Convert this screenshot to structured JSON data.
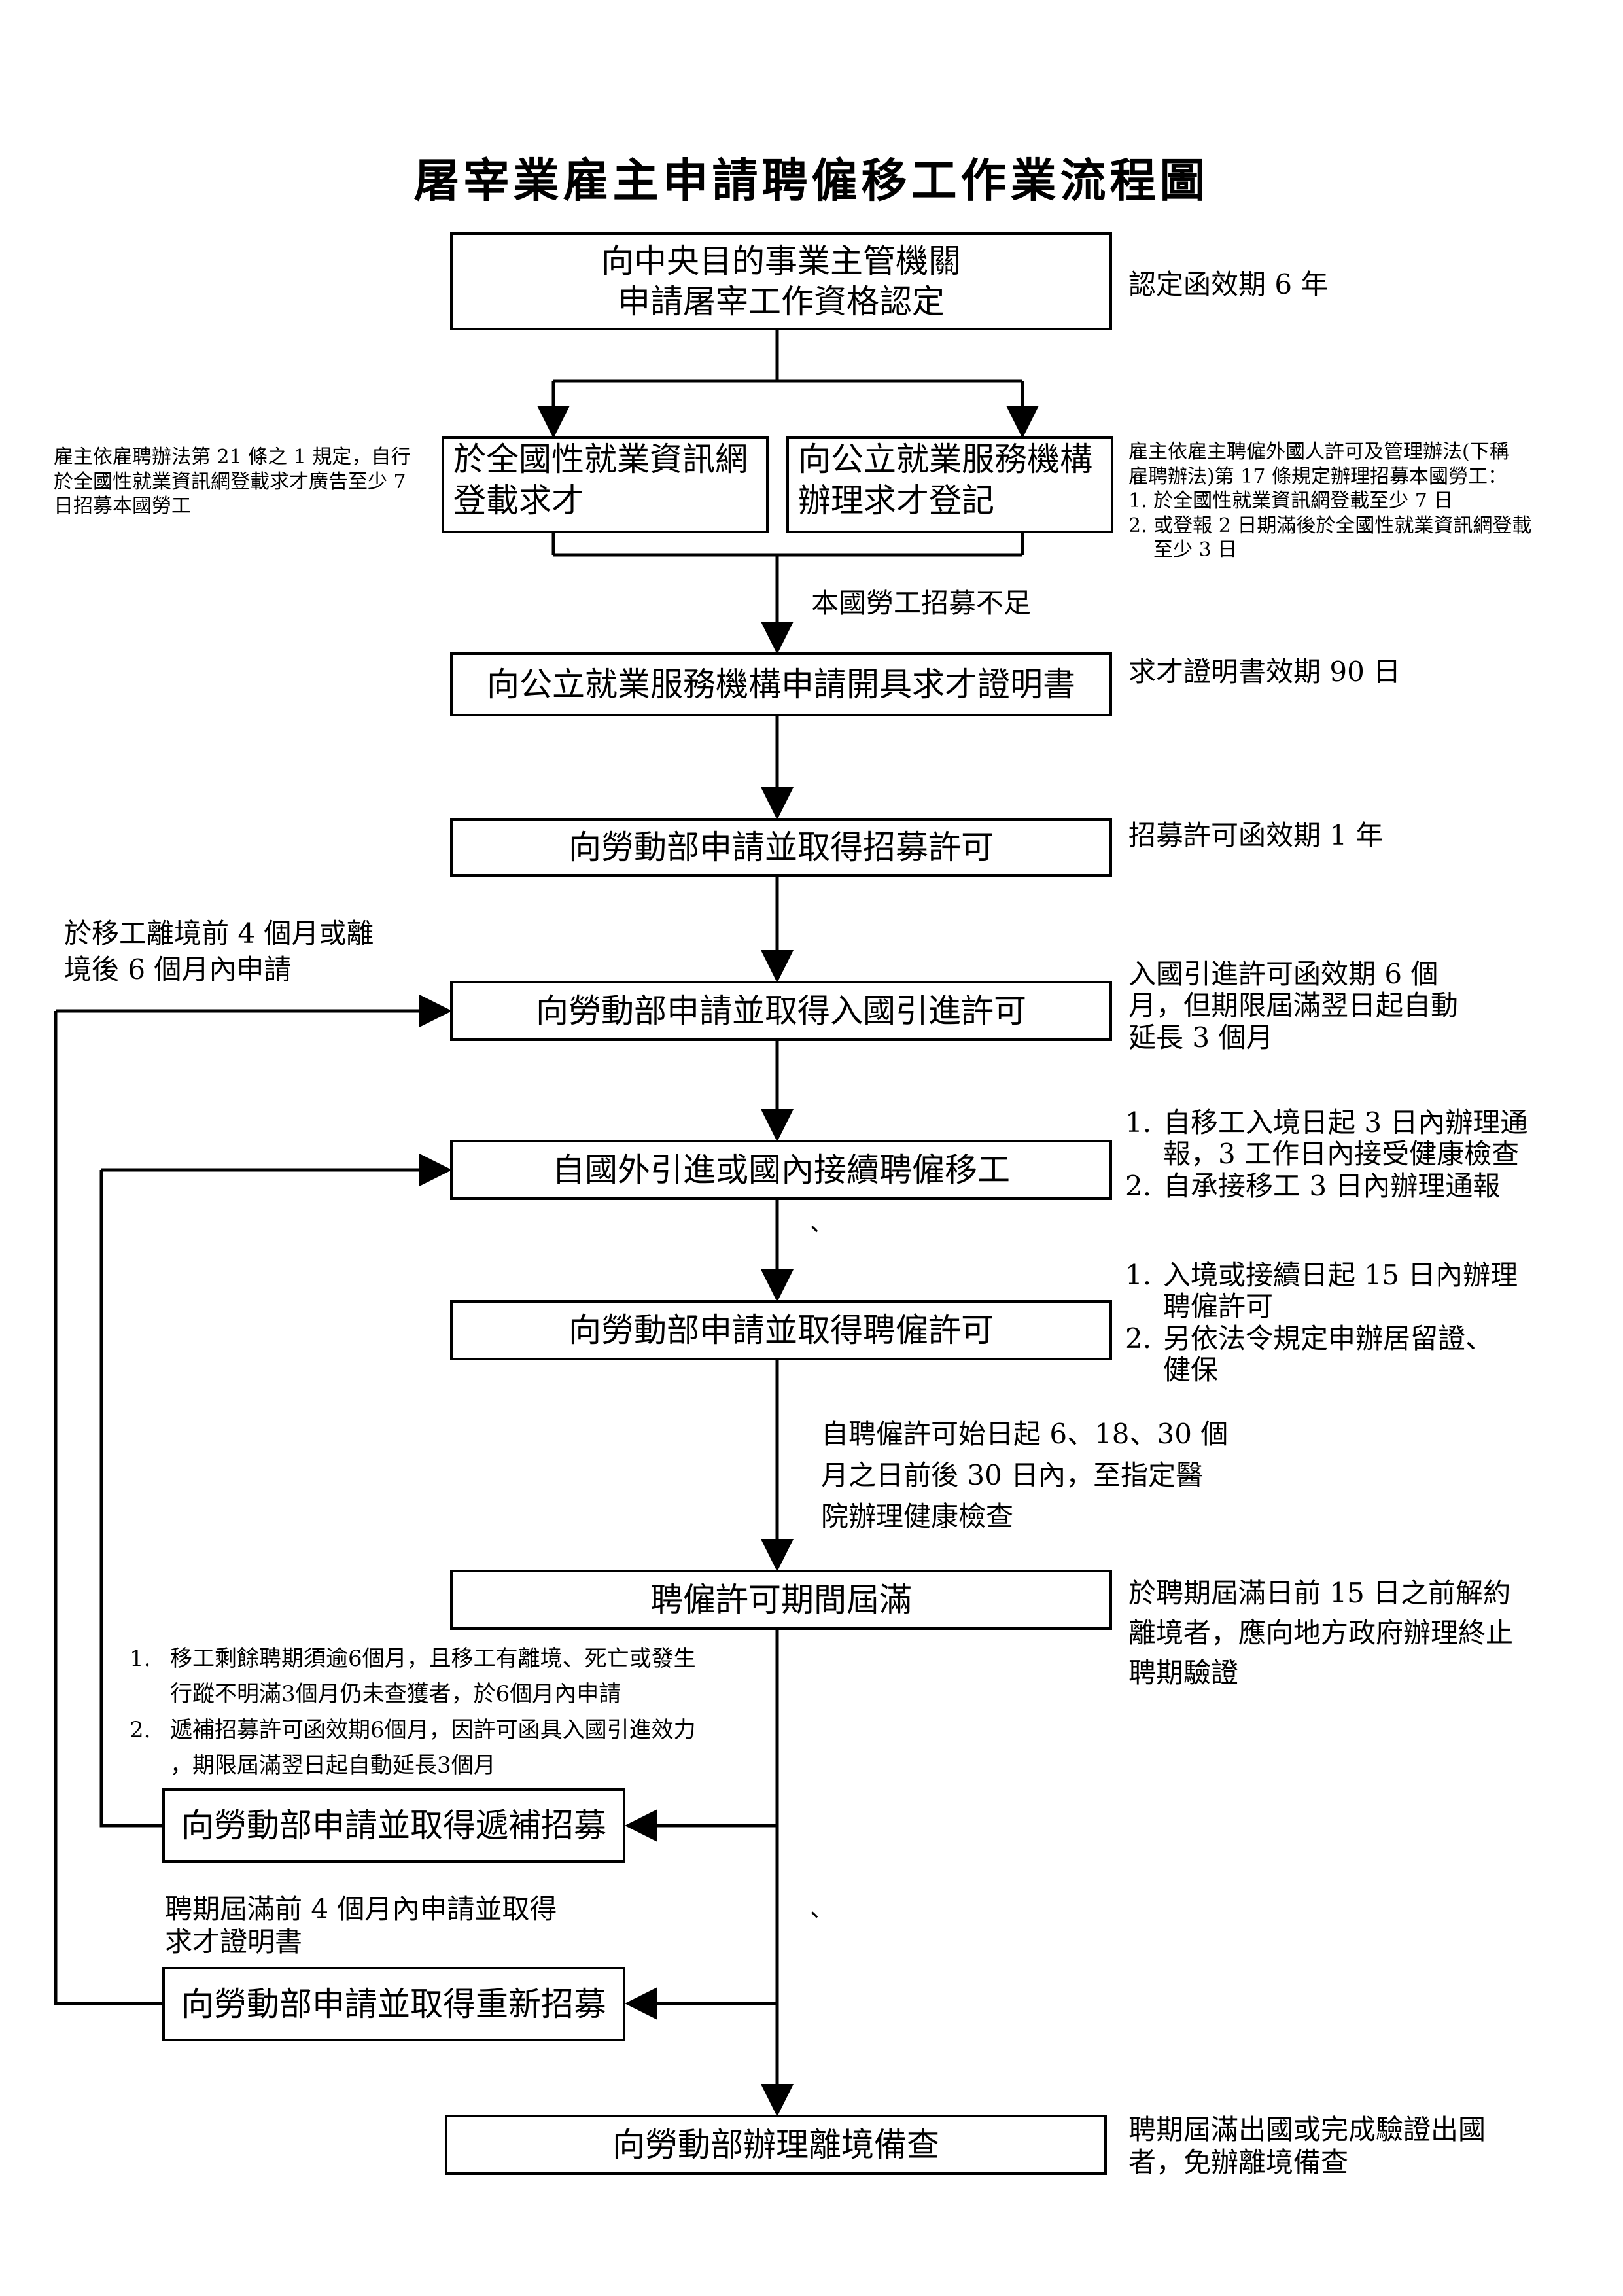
{
  "title": "屠宰業雇主申請聘僱移工作業流程圖",
  "boxes": {
    "b1": [
      "向中央目的事業主管機關",
      "申請屠宰工作資格認定"
    ],
    "b2a": [
      "於全國性就業資訊網",
      "登載求才"
    ],
    "b2b": [
      "向公立就業服務機構",
      "辦理求才登記"
    ],
    "b3": "向公立就業服務機構申請開具求才證明書",
    "b4": "向勞動部申請並取得招募許可",
    "b5": "向勞動部申請並取得入國引進許可",
    "b6": "自國外引進或國內接續聘僱移工",
    "b7": "向勞動部申請並取得聘僱許可",
    "b8": "聘僱許可期間屆滿",
    "b9": "向勞動部申請並取得遞補招募",
    "b10": "向勞動部申請並取得重新招募",
    "b11": "向勞動部辦理離境備查"
  },
  "notes": {
    "n1": "認定函效期 6 年",
    "n2_left": [
      "雇主依雇聘辦法第 21 條之 1 規定，自行",
      "於全國性就業資訊網登載求才廣告至少 7",
      "日招募本國勞工"
    ],
    "n2_right": {
      "intro": [
        "雇主依雇主聘僱外國人許可及管理辦法(下稱",
        "雇聘辦法)第 17 條規定辦理招募本國勞工："
      ],
      "items": [
        {
          "num": "1.",
          "lines": [
            "於全國性就業資訊網登載至少 7 日"
          ]
        },
        {
          "num": "2.",
          "lines": [
            "或登報 2 日期滿後於全國性就業資訊網登載",
            "至少 3 日"
          ]
        }
      ]
    },
    "n_shortage": "本國勞工招募不足",
    "n3": "求才證明書效期 90 日",
    "n4": "招募許可函效期 1 年",
    "n5_left": [
      "於移工離境前 4 個月或離",
      "境後 6 個月內申請"
    ],
    "n5_right": [
      "入國引進許可函效期  6  個",
      "月，但期限屆滿翌日起自動",
      "延長 3 個月"
    ],
    "n6_right": [
      {
        "num": "1.",
        "lines": [
          "自移工入境日起 3 日內辦理通",
          "報，3 工作日內接受健康檢查"
        ]
      },
      {
        "num": "2.",
        "lines": [
          "自承接移工 3 日內辦理通報"
        ]
      }
    ],
    "n7_right": [
      {
        "num": "1.",
        "lines": [
          "入境或接續日起 15 日內辦理",
          "聘僱許可"
        ]
      },
      {
        "num": "2.",
        "lines": [
          "另依法令規定申辦居留證、",
          "健保"
        ]
      }
    ],
    "n_health": [
      "自聘僱許可始日起 6、18、30 個",
      "月之日前後  30  日內，至指定醫",
      "院辦理健康檢查"
    ],
    "n8_right": [
      "於聘期屆滿日前 15 日之前解約",
      "離境者，應向地方政府辦理終止",
      "聘期驗證"
    ],
    "n9_above": [
      {
        "num": "1.",
        "lines": [
          "移工剩餘聘期須逾6個月，且移工有離境、死亡或發生",
          "行蹤不明滿3個月仍未查獲者，於6個月內申請"
        ]
      },
      {
        "num": "2.",
        "lines": [
          "遞補招募許可函效期6個月，因許可函具入國引進效力",
          "，期限屆滿翌日起自動延長3個月"
        ]
      }
    ],
    "n10_above": [
      "聘期屆滿前  4  個月內申請並取得",
      "求才證明書"
    ],
    "n11_right": [
      "聘期屆滿出國或完成驗證出國",
      "者，免辦離境備查"
    ],
    "stray1": "、",
    "stray2": "、"
  }
}
